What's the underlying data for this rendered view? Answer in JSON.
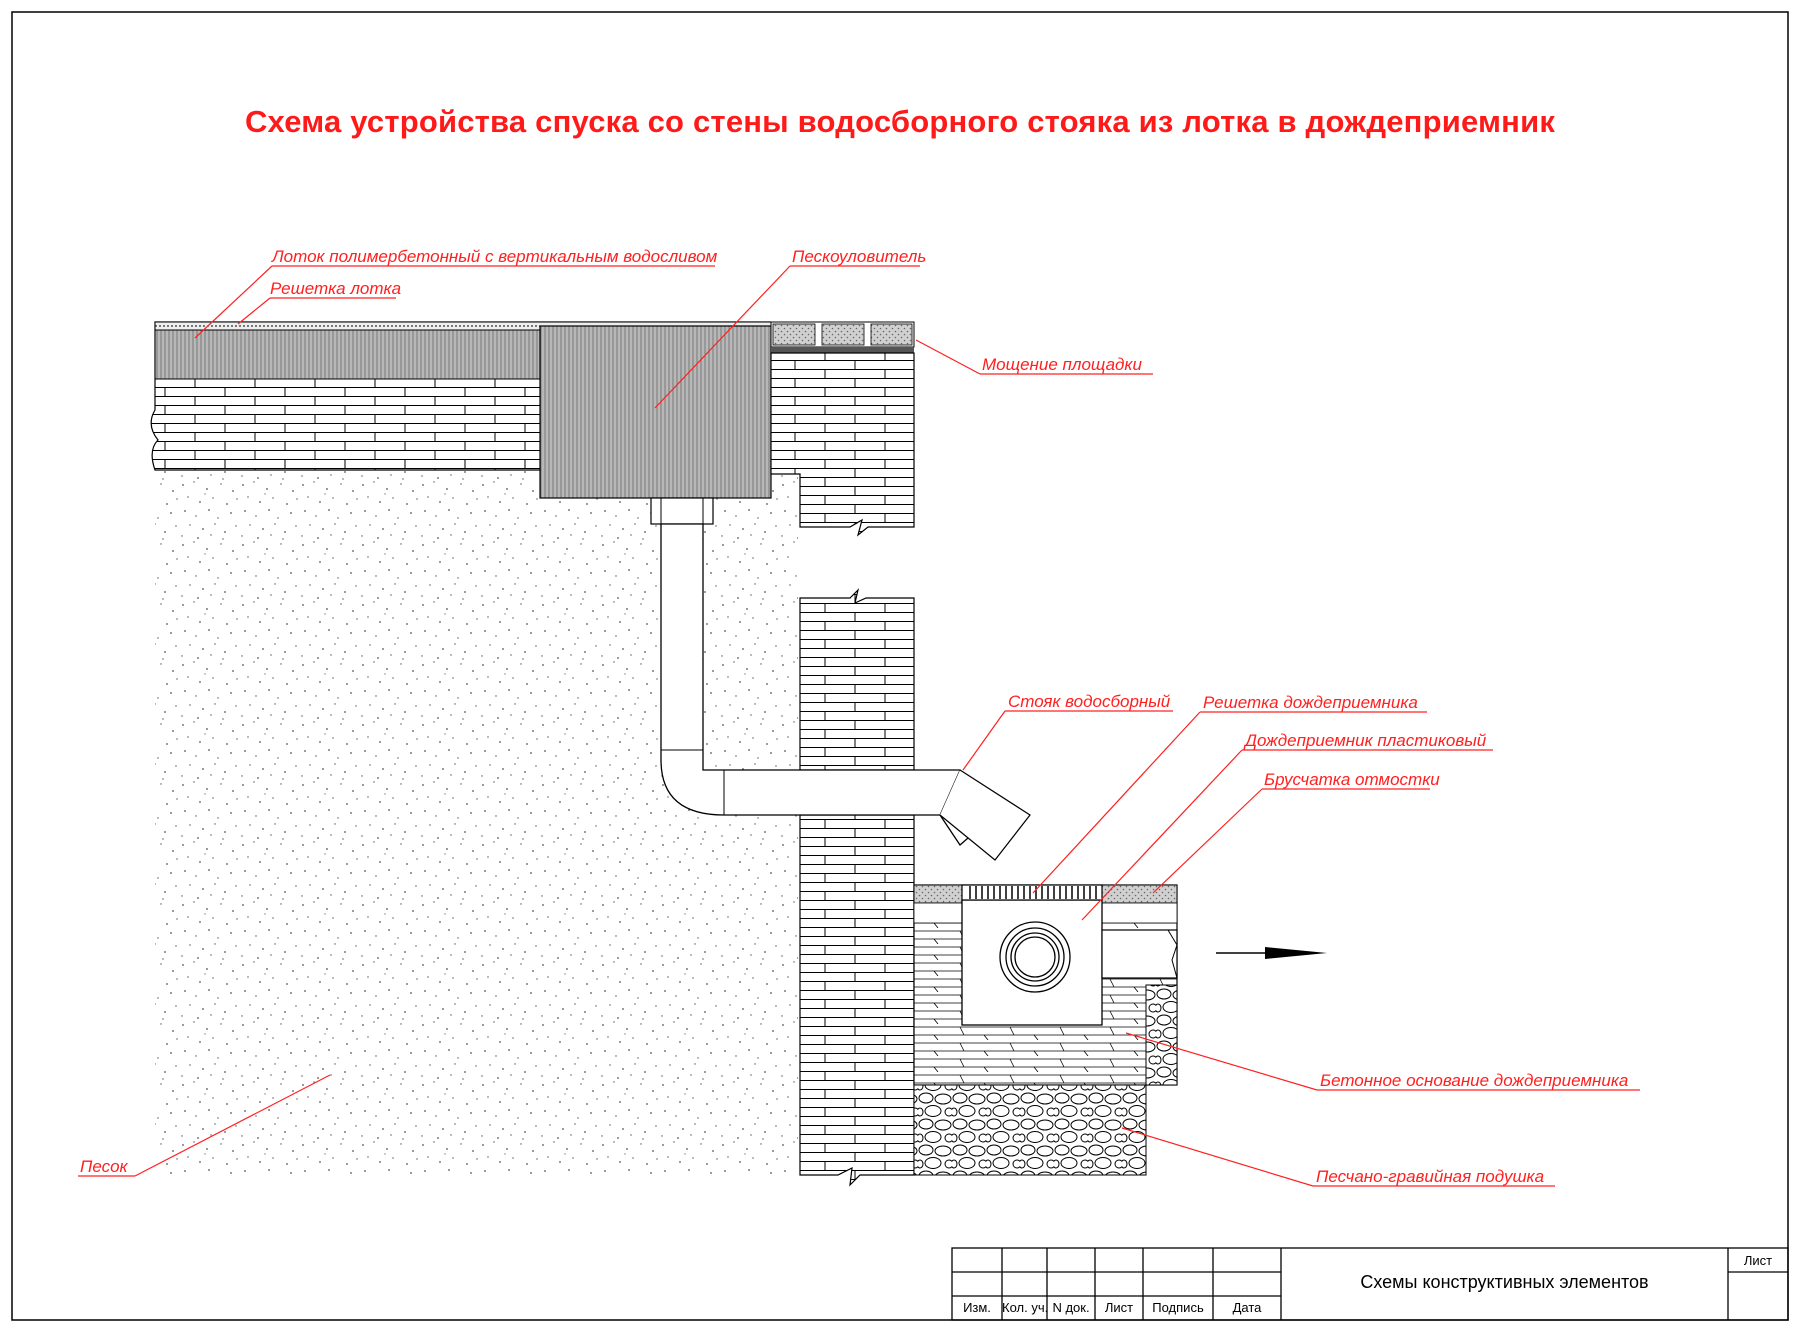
{
  "title": "Схема  устройства спуска со стены водосборного стояка из лотка в дождеприемник",
  "labels": {
    "trough": "Лоток  полимербетонный с вертикальным водосливом",
    "trough_grate": "Решетка  лотка",
    "sand_trap": "Пескоуловитель",
    "paving": "Мощение  площадки",
    "downpipe": "Стояк  водосборный",
    "inlet_grate": "Решетка  дождеприемника",
    "plastic_inlet": "Дождеприемник  пластиковый",
    "paving_stones": "Брусчатка  отмостки",
    "concrete_base": "Бетонное основание дождеприемника",
    "gravel_bed": "Песчано-гравийная подушка",
    "sand": "Песок"
  },
  "title_block": {
    "sheet_title": "Схемы  конструктивных  элементов",
    "sheet": "Лист",
    "columns": [
      "Изм.",
      "Кол. уч.",
      "N док.",
      "Лист",
      "Подпись",
      "Дата"
    ]
  },
  "colors": {
    "annotation": "#ff2020",
    "line": "#000000"
  }
}
